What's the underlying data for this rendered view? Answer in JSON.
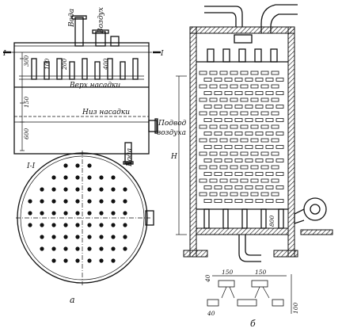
{
  "labels": {
    "water_top": "Вода",
    "air_top": "Воздух",
    "packing_top": "Верх насадки",
    "packing_bottom": "Низ насадки",
    "air_inlet_1": "Подвод",
    "air_inlet_2": "воздуха",
    "water_bottom": "Вода",
    "section_mark_left": "I",
    "section_mark_right": "I",
    "section_title": "I-I",
    "height_mark": "H",
    "caption_a": "а",
    "caption_b": "б"
  },
  "dimensions": {
    "d300": "300",
    "d100": "100",
    "d200": "200",
    "d400": "400",
    "d150": "150",
    "d600": "600",
    "d800": "800",
    "detail_40_top": "40",
    "detail_150_left": "150",
    "detail_150_right": "150",
    "detail_40_bottom": "40",
    "detail_100": "100"
  }
}
